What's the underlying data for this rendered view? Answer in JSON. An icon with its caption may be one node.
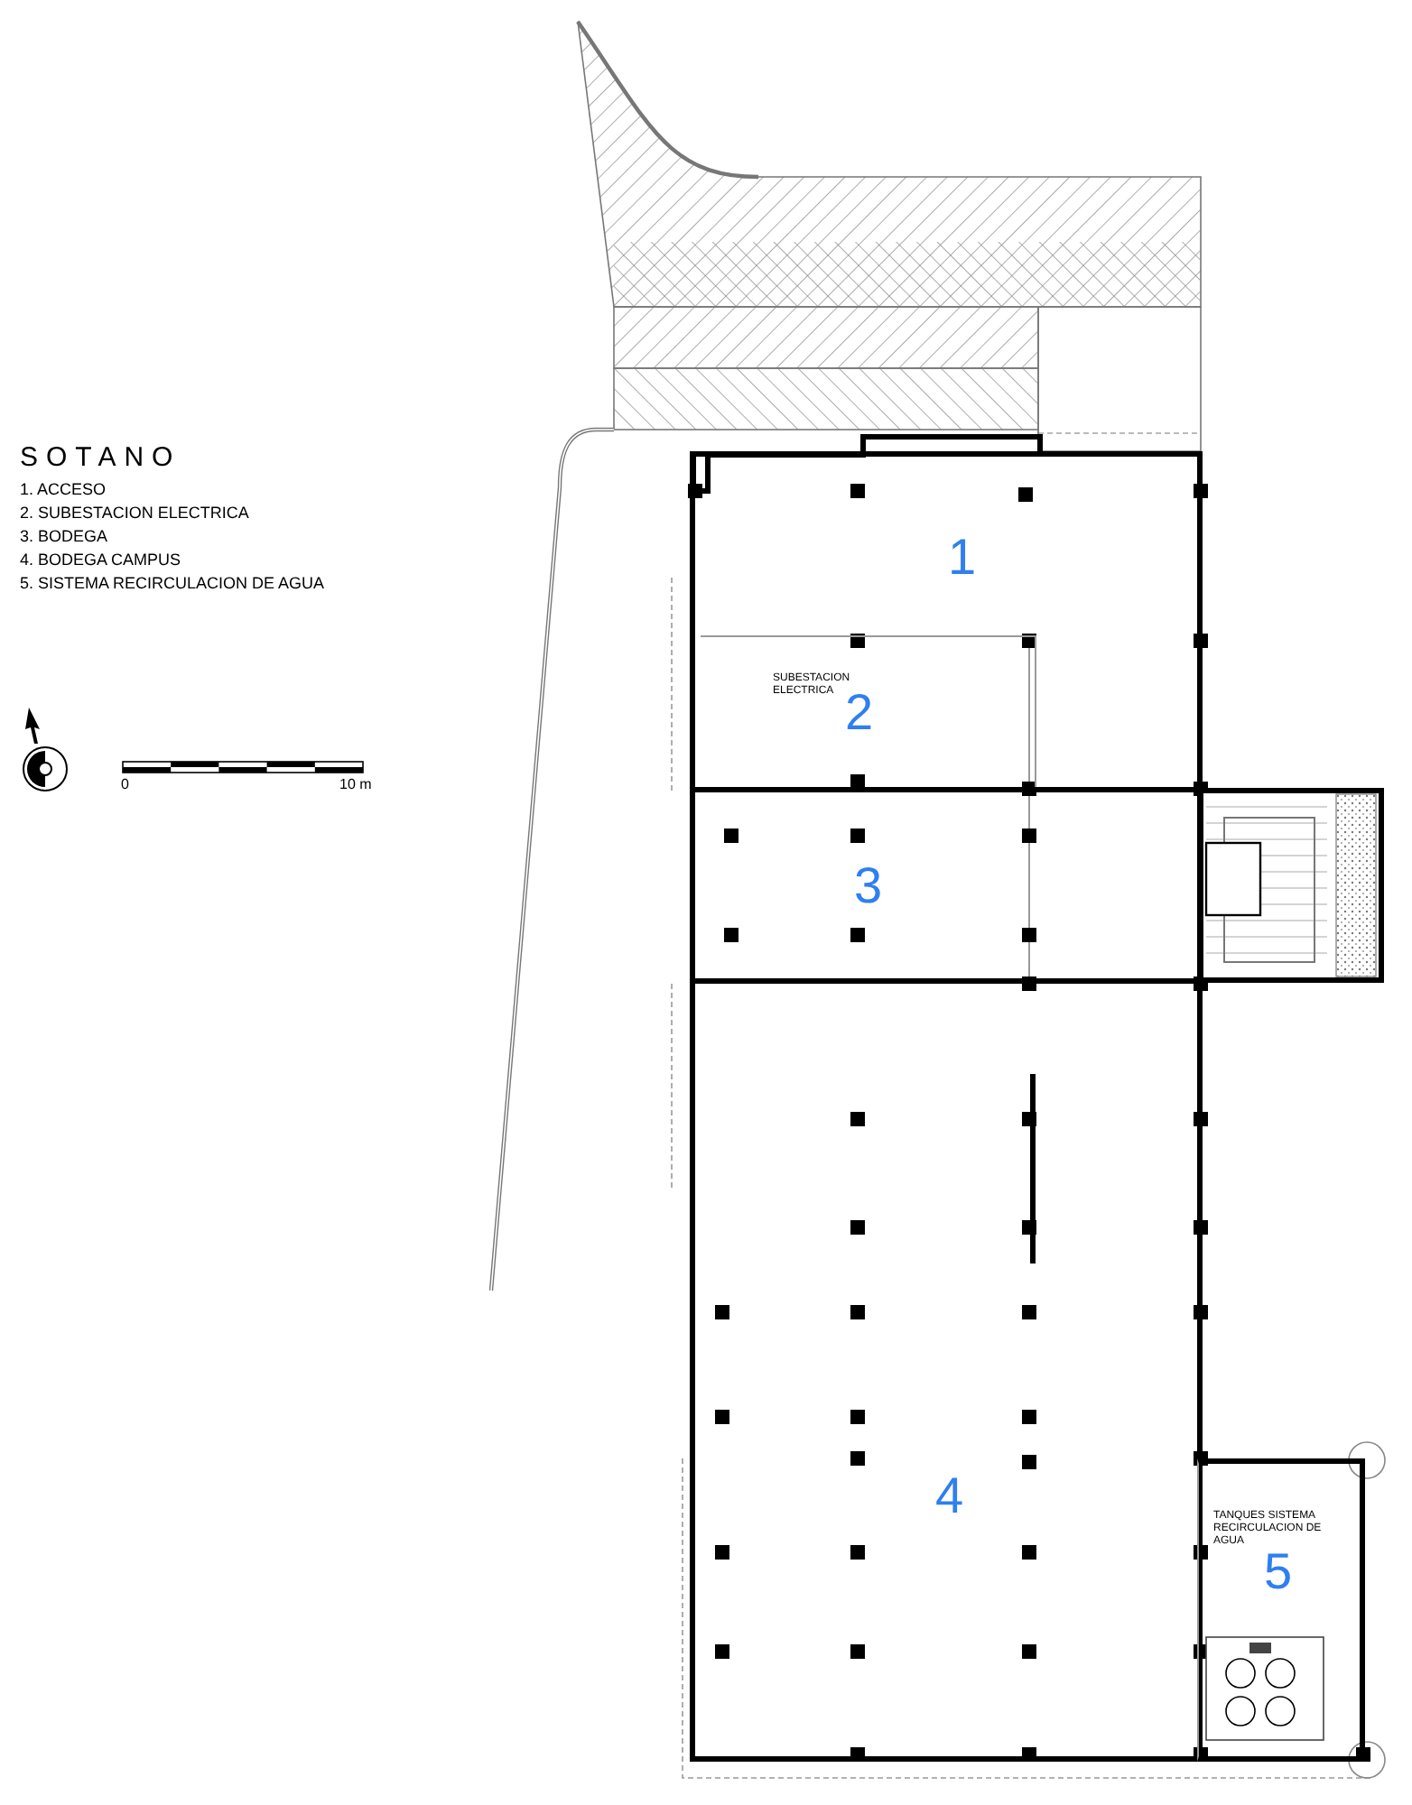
{
  "diagram": {
    "title": "SOTANO",
    "nodes": [
      {
        "text": [
          "1"
        ]
      },
      {
        "text": [
          "SUBESTACION ELECTRICA",
          "2"
        ],
        "in": 0
      },
      {
        "text": [
          "3"
        ]
      },
      {
        "text": [
          "4"
        ]
      },
      {
        "text": [
          "TANQUES SISTEMA RECIRCULACION DE AGUA",
          "5"
        ]
      }
    ],
    "edges": [],
    "labels": [
      "1. ACCESO",
      "2. SUBESTACION ELECTRICA",
      "3. BODEGA",
      "4. BODEGA CAMPUS",
      "5. SISTEMA RECIRCULACION DE AGUA",
      "0",
      "10 m"
    ]
  }
}
